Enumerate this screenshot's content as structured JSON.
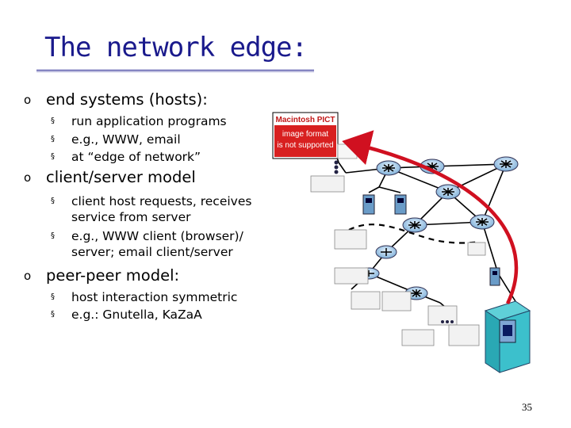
{
  "title": "The network edge:",
  "bullets": [
    {
      "text": "end systems (hosts):",
      "sub": [
        "run application programs",
        "e.g., WWW, email",
        "at “edge of network”"
      ]
    },
    {
      "text": "client/server model",
      "sub": [
        "client host requests, receives service from server",
        "e.g., WWW client (browser)/ server; email client/server"
      ]
    },
    {
      "text": "peer-peer model:",
      "sub": [
        " host interaction symmetric",
        "e.g.: Gnutella, KaZaA"
      ]
    }
  ],
  "bullet_mark": "o",
  "sub_mark": "§",
  "figure": {
    "placeholder_lines": [
      "Macintosh PICT",
      "image format",
      "is not supported"
    ],
    "arrow_color": "#d01020"
  },
  "page_number": "35"
}
